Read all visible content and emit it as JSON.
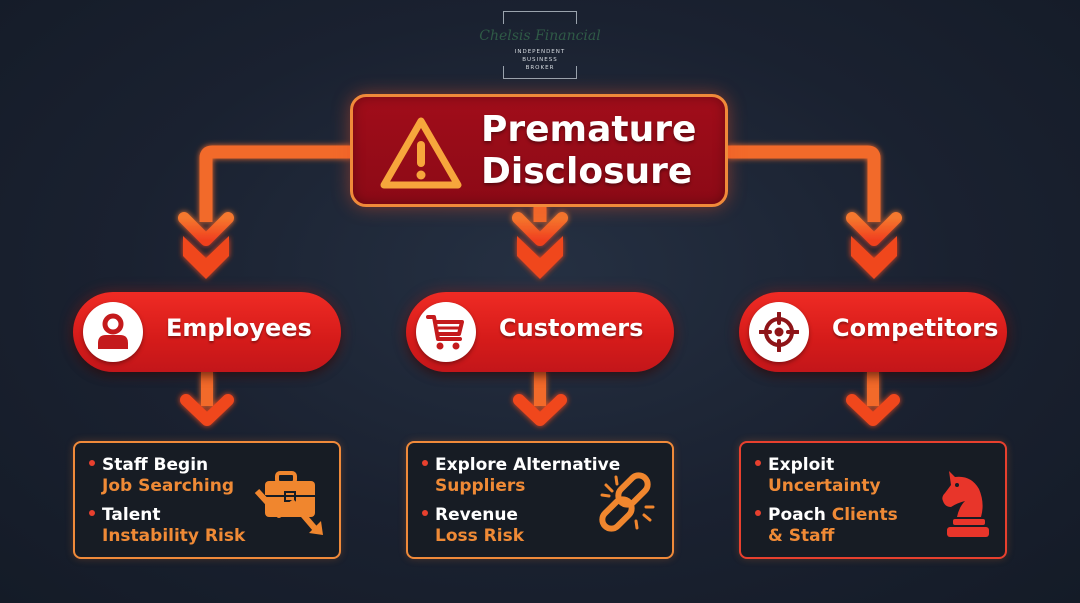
{
  "logo": {
    "script_text": "Chelsis Financial",
    "subtitle_lines": [
      "INDEPENDENT",
      "BUSINESS",
      "BROKER"
    ]
  },
  "title": {
    "line1": "Premature",
    "line2": "Disclosure",
    "icon": "warning-triangle-icon"
  },
  "colors": {
    "background": "#1a2130",
    "title_fill": "#9a0c18",
    "title_border": "#f08a3a",
    "pill_red": "#e0221e",
    "arrow_orange": "#f26a2a",
    "card_border_orange": "#f08a3a",
    "card_border_red": "#e8402e",
    "accent_text": "#ef8a36"
  },
  "categories": [
    {
      "label": "Employees",
      "icon": "user-icon",
      "card_icon": "briefcase-decline-icon",
      "bullets": [
        {
          "white": "Staff Begin",
          "orange": "Job Searching"
        },
        {
          "white": "Talent",
          "orange": "Instability Risk"
        }
      ]
    },
    {
      "label": "Customers",
      "icon": "shopping-cart-icon",
      "card_icon": "broken-chain-link-icon",
      "bullets": [
        {
          "white": "Explore Alternative",
          "orange": "Suppliers"
        },
        {
          "white": "Revenue",
          "orange": "Loss Risk"
        }
      ]
    },
    {
      "label": "Competitors",
      "icon": "crosshair-target-icon",
      "card_icon": "chess-knight-icon",
      "bullets": [
        {
          "white": "Exploit",
          "orange": "Uncertainty"
        },
        {
          "white": "Poach ",
          "orange_inline": "Clients",
          "orange": "& Staff"
        }
      ]
    }
  ]
}
